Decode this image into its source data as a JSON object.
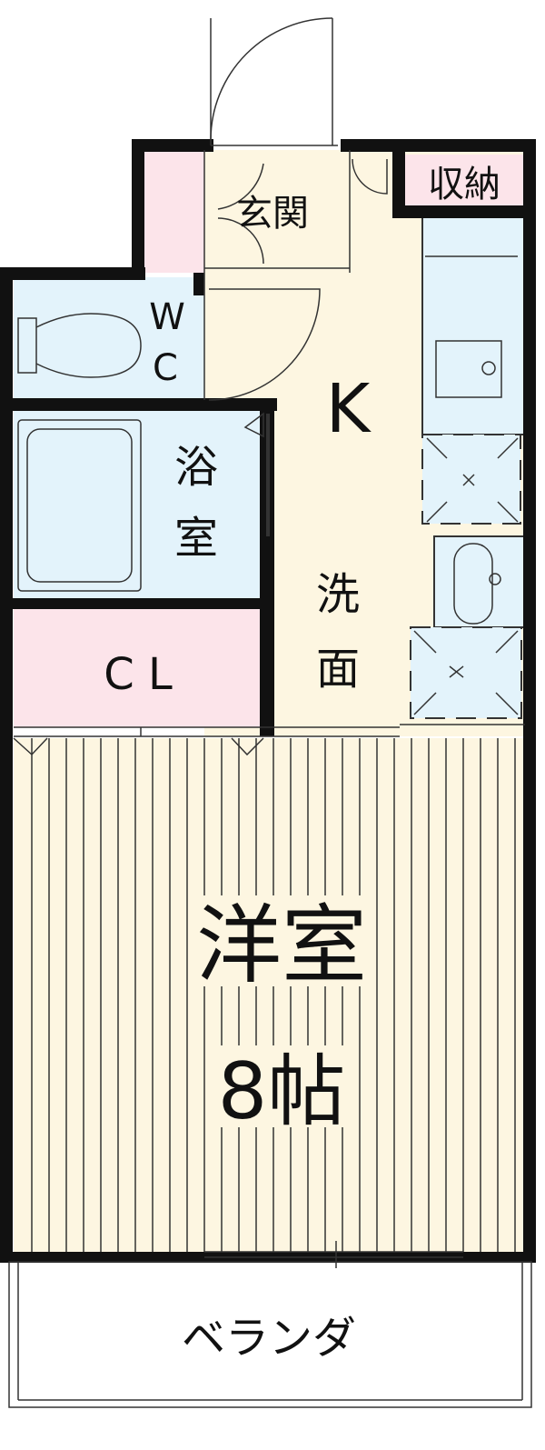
{
  "rooms": {
    "entrance": "玄関",
    "storage": "収納",
    "wc_top": "W",
    "wc_bottom": "C",
    "kitchen": "K",
    "bath_top": "浴",
    "bath_bottom": "室",
    "washroom_top": "洗",
    "washroom_bottom": "面",
    "closet": "C L",
    "western_room": "洋室",
    "western_room_size": "8帖",
    "balcony": "ベランダ"
  },
  "colors": {
    "floor_yellow": "#fdf6e1",
    "wet_blue": "#e3f3fb",
    "storage_pink": "#fce4ea",
    "wall": "#111111"
  }
}
